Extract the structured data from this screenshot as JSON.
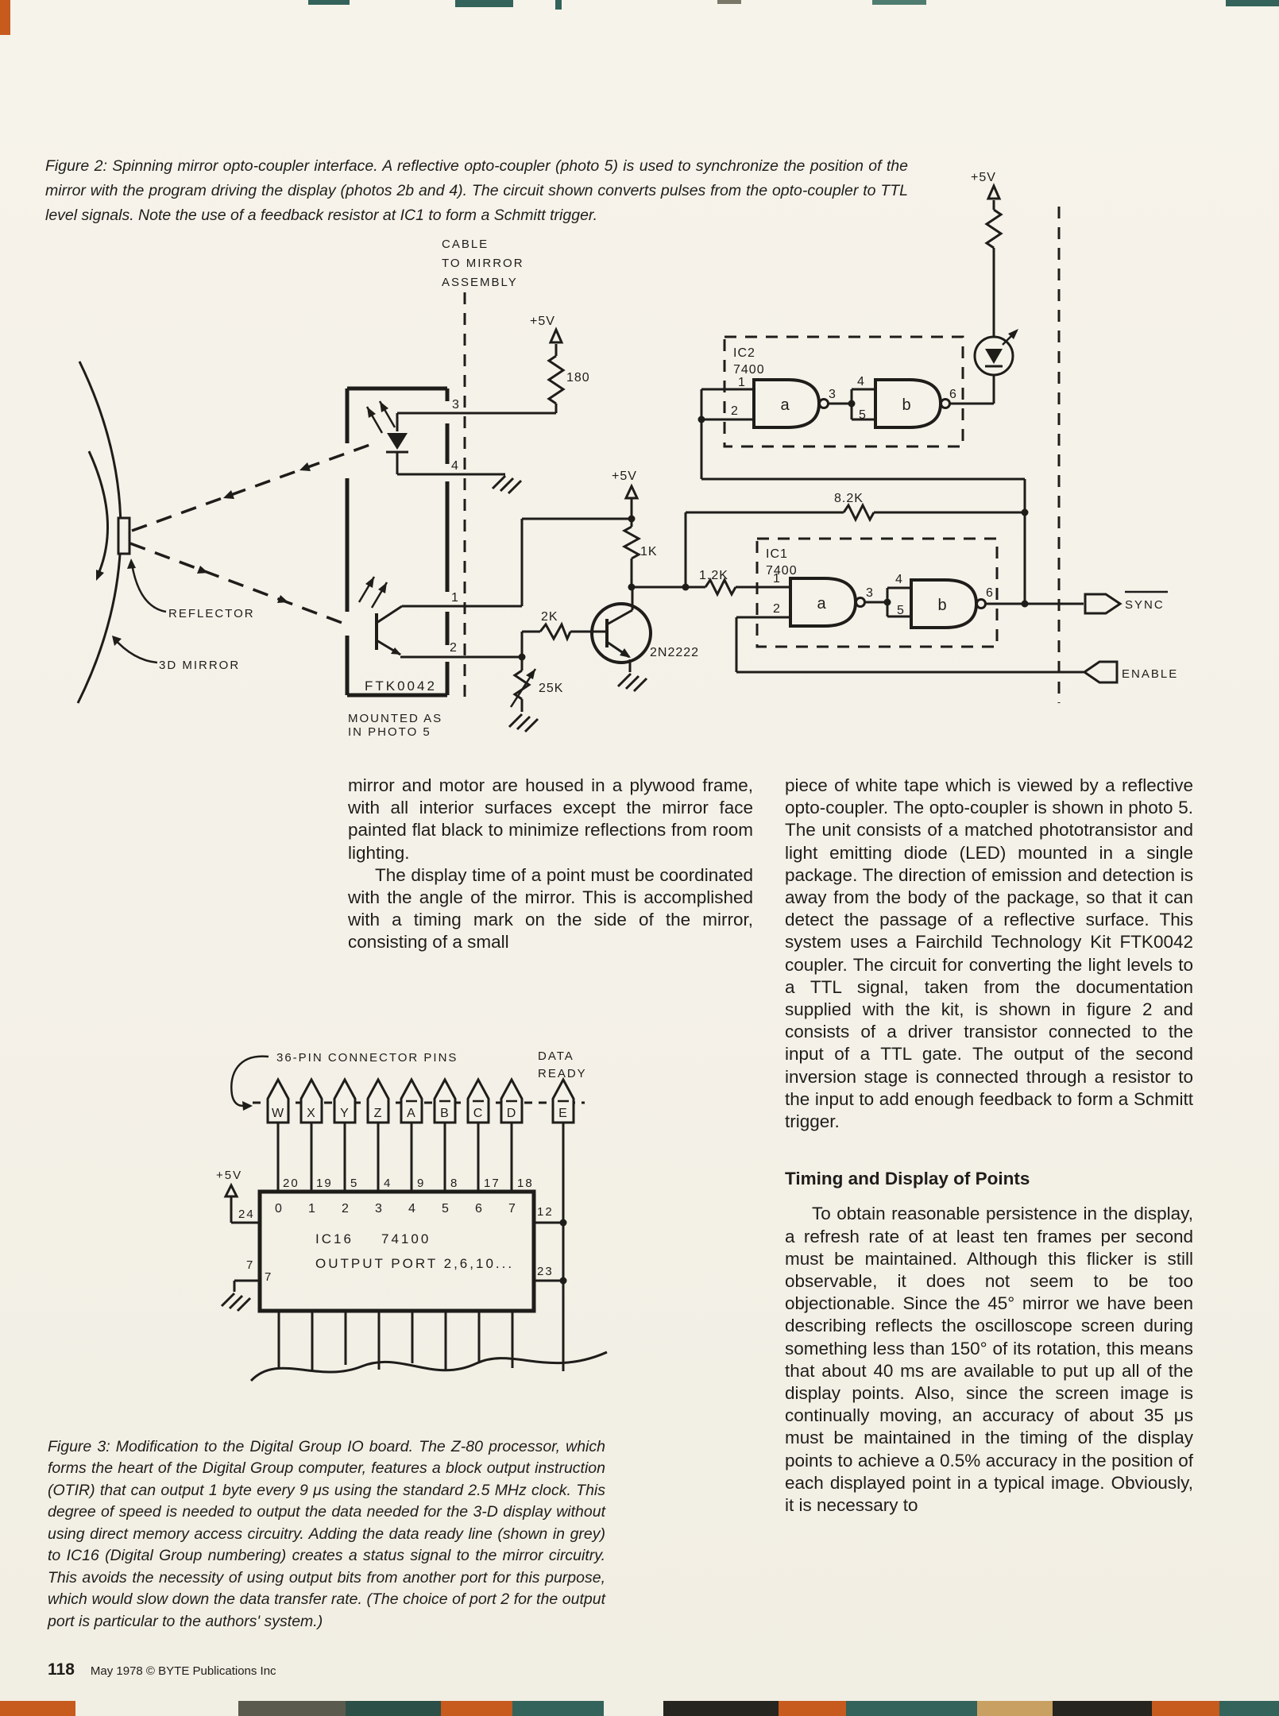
{
  "captions": {
    "fig2": "Figure 2: Spinning mirror opto-coupler interface. A reflective opto-coupler (photo 5) is used to synchronize the position of the mirror with the program driving the display (photos 2b and 4). The circuit shown converts pulses from the opto-coupler to TTL level signals. Note the use of a feedback resistor at IC1 to form a Schmitt trigger.",
    "fig3": "Figure 3: Modification to the Digital Group IO board. The Z-80 processor, which forms the heart of the Digital Group computer, features a block output instruction (OTIR) that can output 1 byte every 9 μs using the standard 2.5 MHz clock. This degree of speed is needed to output the data needed for the 3-D display without using direct memory access circuitry. Adding the data ready line (shown in grey) to IC16 (Digital Group numbering) creates a status signal to the mirror circuitry. This avoids the necessity of using output bits from another port for this purpose, which would slow down the data transfer rate. (The choice of port 2 for the output port is particular to the authors' system.)"
  },
  "body": {
    "col1_p1": "mirror and motor are housed in a plywood frame, with all interior surfaces except the mirror face painted flat black to minimize reflections from room lighting.",
    "col1_p2": "The display time of a point must be coordinated with the angle of the mirror. This is accomplished with a timing mark on the side of the mirror, consisting of a small",
    "col2_p1": "piece of white tape which is viewed by a reflective opto-coupler. The opto-coupler is shown in photo 5. The unit consists of a matched phototransistor and light emitting diode (LED) mounted in a single package. The direction of emission and detection is away from the body of the package, so that it can detect the passage of a reflective surface. This system uses a Fairchild Technology Kit FTK0042 coupler. The circuit for converting the light levels to a TTL signal, taken from the documentation supplied with the kit, is shown in figure 2 and consists of a driver transistor connected to the input of a TTL gate. The output of the second inversion stage is connected through a resistor to the input to add enough feedback to form a Schmitt trigger.",
    "heading": "Timing and Display of Points",
    "col2_p2": "To obtain reasonable persistence in the display, a refresh rate of at least ten frames per second must be maintained. Although this flicker is still observable, it does not seem to be too objectionable. Since the 45° mirror we have been describing reflects the oscilloscope screen during something less than 150° of its rotation, this means that about 40 ms are available to put up all of the display points. Also, since the screen image is continually moving, an accuracy of about 35 μs must be maintained in the timing of the display points to achieve a 0.5% accuracy in the position of each displayed point in a typical image. Obviously, it is necessary to"
  },
  "fig2": {
    "cable_line1": "CABLE",
    "cable_line2": "TO MIRROR",
    "cable_line3": "ASSEMBLY",
    "v5": "+5V",
    "r180": "180",
    "r1k": "1K",
    "r1_2k": "1.2K",
    "r2k": "2K",
    "r8_2k": "8.2K",
    "r25k": "25K",
    "transistor": "2N2222",
    "ic2_name": "IC2",
    "ic1_name": "IC1",
    "ic_part": "7400",
    "gate_a": "a",
    "gate_b": "b",
    "pin1": "1",
    "pin2": "2",
    "pin3": "3",
    "pin4": "4",
    "pin5": "5",
    "pin6": "6",
    "sync": "SYNC",
    "enable": "ENABLE",
    "reflector": "REFLECTOR",
    "mirror": "3D MIRROR",
    "package": "FTK0042",
    "mounted1": "MOUNTED AS",
    "mounted2": "IN PHOTO 5"
  },
  "fig3": {
    "title": "36-PIN CONNECTOR PINS",
    "data_ready1": "DATA",
    "data_ready2": "READY",
    "pins": [
      "W",
      "X",
      "Y",
      "Z",
      "A",
      "B",
      "C",
      "D",
      "E"
    ],
    "top_pins": [
      "20",
      "19",
      "5",
      "4",
      "9",
      "8",
      "17",
      "18"
    ],
    "bits": [
      "0",
      "1",
      "2",
      "3",
      "4",
      "5",
      "6",
      "7"
    ],
    "ic_name": "IC16",
    "ic_part": "74100",
    "port_label": "OUTPUT PORT 2,6,10...",
    "v5": "+5V",
    "pin24": "24",
    "pin7": "7",
    "pin12": "12",
    "pin23": "23"
  },
  "footer": {
    "page_number": "118",
    "credit": "May 1978 © BYTE Publications Inc"
  },
  "colors": {
    "paper": "#f4f1e8",
    "ink": "#1e1d1a",
    "edge_orange": "#c75a1d",
    "edge_teal": "#33635a",
    "edge_dark": "#26251f",
    "edge_tan": "#c8a062"
  }
}
